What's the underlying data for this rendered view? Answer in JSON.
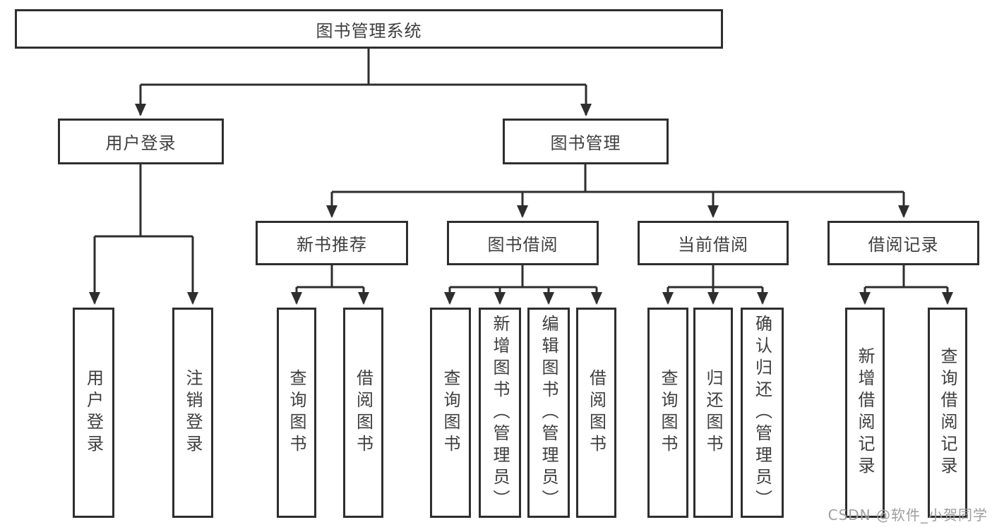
{
  "tree": {
    "label": "图书管理系统",
    "children": [
      {
        "label": "用户登录",
        "children": [
          {
            "label": "用户登录"
          },
          {
            "label": "注销登录"
          }
        ]
      },
      {
        "label": "图书管理",
        "children": [
          {
            "label": "新书推荐",
            "children": [
              {
                "label": "查询图书"
              },
              {
                "label": "借阅图书"
              }
            ]
          },
          {
            "label": "图书借阅",
            "children": [
              {
                "label": "查询图书"
              },
              {
                "label": "新增图书（管理员）"
              },
              {
                "label": "编辑图书（管理员）"
              },
              {
                "label": "借阅图书"
              }
            ]
          },
          {
            "label": "当前借阅",
            "children": [
              {
                "label": "查询图书"
              },
              {
                "label": "归还图书"
              },
              {
                "label": "确认归还（管理员）"
              }
            ]
          },
          {
            "label": "借阅记录",
            "children": [
              {
                "label": "新增借阅记录"
              },
              {
                "label": "查询借阅记录"
              }
            ]
          }
        ]
      }
    ]
  },
  "watermark": {
    "text": "CSDN @软件_小贺同学"
  },
  "colors": {
    "line": "#2e2e2e",
    "text": "#3e3e3e",
    "watermark": "#9e9e9e",
    "background": "#ffffff"
  }
}
